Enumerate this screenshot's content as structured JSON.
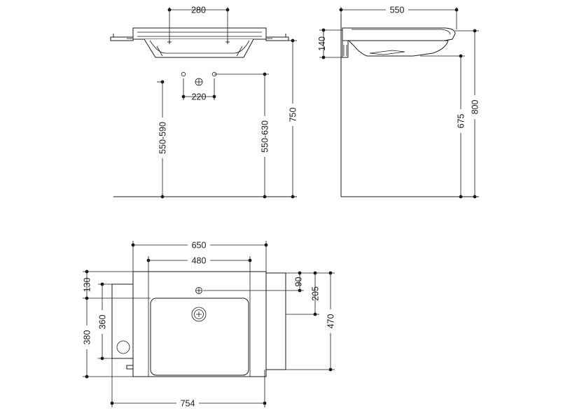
{
  "dimensions": {
    "elevation_front": {
      "tap_spacing": "280",
      "supply_spacing": "220",
      "left_pipe_height": "550-590",
      "right_pipe_height": "550-630",
      "rim_height": "750"
    },
    "elevation_side": {
      "depth": "550",
      "bracket_height": "140",
      "underside_height": "675",
      "rim_height": "800"
    },
    "plan": {
      "overall_width": "650",
      "bowl_width": "480",
      "back_offset_left": "130",
      "bracket_length": "360",
      "bracket_span": "380",
      "tap_offset": "90",
      "bowl_back_offset": "205",
      "overall_depth": "470",
      "total_width": "754"
    }
  }
}
